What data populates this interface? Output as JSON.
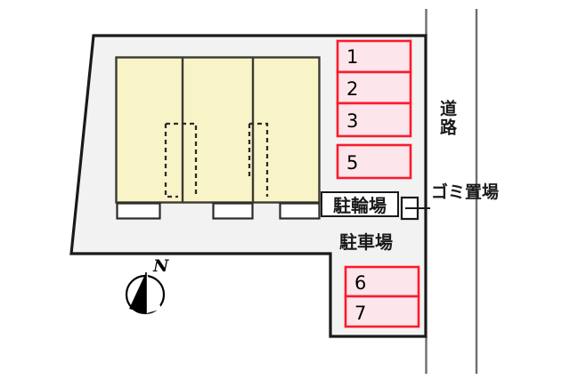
{
  "map": {
    "type": "property-site-plan",
    "colors": {
      "lot_fill": "#f2f2f2",
      "lot_stroke": "#1a1a1a",
      "building_fill": "#f9f4c8",
      "building_stroke": "#3a3a32",
      "stall_fill": "#fce6ec",
      "stall_stroke": "#fb1b2d",
      "road_stroke": "#6e6e6e",
      "text": "#1a1a1a",
      "entrance_fill": "#ffffff"
    },
    "labels": {
      "road": "道路",
      "garbage": "ゴミ置場",
      "bicycle_parking": "駐輪場",
      "car_parking": "駐車場",
      "compass_north": "N"
    },
    "parking_upper": {
      "title": "駐車場",
      "stalls": [
        "1",
        "2",
        "3",
        "5"
      ]
    },
    "parking_lower": {
      "title": "駐車場",
      "stalls": [
        "6",
        "7"
      ]
    },
    "building": {
      "units": 3,
      "entrances": 3,
      "stair_outlines": 2
    }
  }
}
